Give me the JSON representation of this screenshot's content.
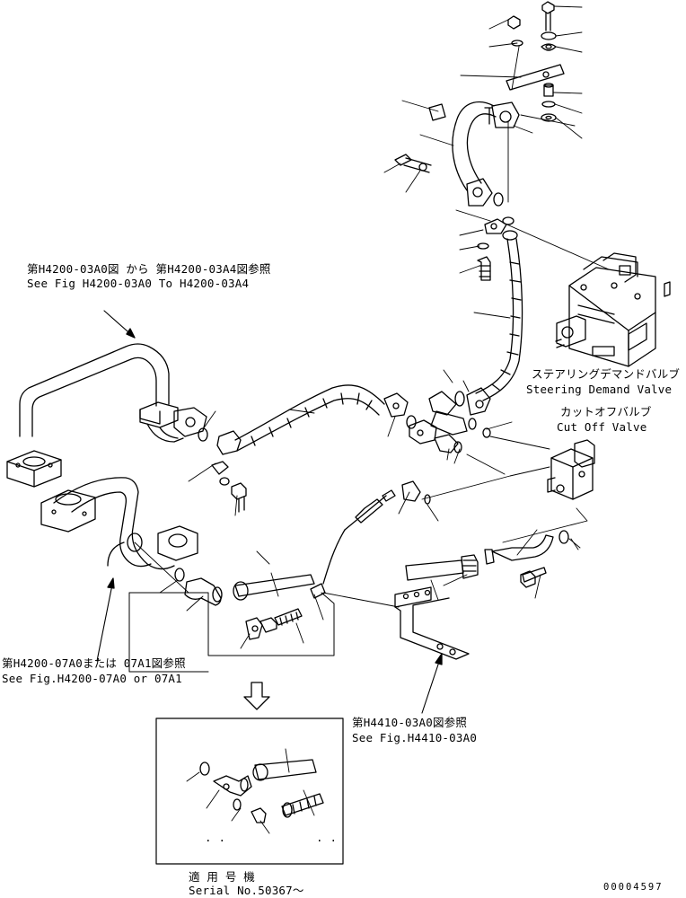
{
  "references": {
    "h4200_03a0": {
      "jp": "第H4200-03A0図 から 第H4200-03A4図参照",
      "en": "See Fig H4200-03A0 To H4200-03A4"
    },
    "h4200_07a0": {
      "jp": "第H4200-07A0または 07A1図参照",
      "en": "See Fig.H4200-07A0 or 07A1"
    },
    "h4410_03a0": {
      "jp": "第H4410-03A0図参照",
      "en": "See Fig.H4410-03A0"
    }
  },
  "components": {
    "steering_demand_valve": {
      "jp": "ステアリングデマンドバルブ",
      "en": "Steering Demand Valve"
    },
    "cut_off_valve": {
      "jp": "カットオフバルブ",
      "en": "Cut Off Valve"
    }
  },
  "serial_box": {
    "jp": "適 用 号 機",
    "en": "Serial No.50367～",
    "dots_left": ". .",
    "dots_right": ". ."
  },
  "drawing_number": "00004597"
}
